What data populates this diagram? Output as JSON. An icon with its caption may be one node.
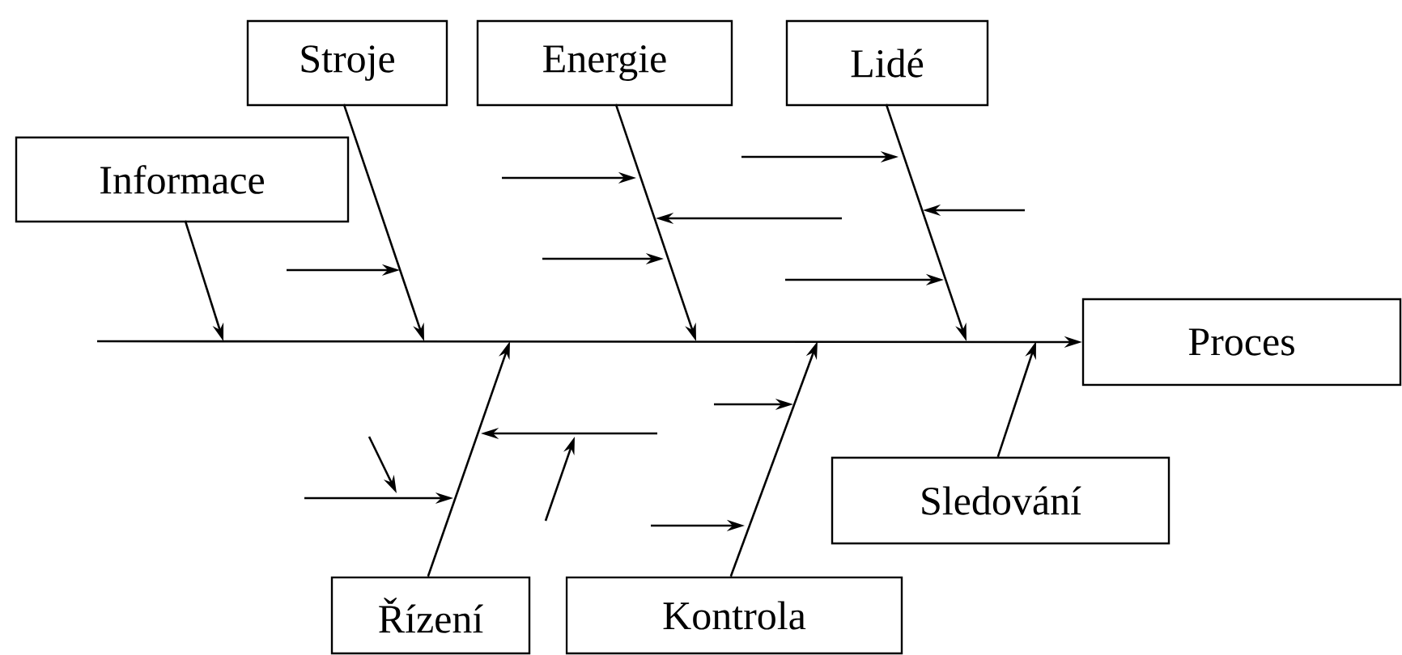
{
  "diagram": {
    "nodes": [
      {
        "text": [
          "Stroje"
        ]
      },
      {
        "text": [
          "Energie"
        ]
      },
      {
        "text": [
          "Lidé"
        ]
      },
      {
        "text": [
          "Informace"
        ]
      },
      {
        "text": [
          "Proces"
        ]
      },
      {
        "text": [
          "Sledování"
        ]
      },
      {
        "text": [
          "Řízení"
        ]
      },
      {
        "text": [
          "Kontrola"
        ]
      }
    ],
    "edges": [
      {
        "from": 3,
        "to": null,
        "arrow": "to"
      },
      {
        "from": 0,
        "to": null,
        "arrow": "to"
      },
      {
        "from": 1,
        "to": null,
        "arrow": "to"
      },
      {
        "from": 2,
        "to": null,
        "arrow": "to"
      },
      {
        "from": 6,
        "to": null,
        "arrow": "to"
      },
      {
        "from": 7,
        "to": null,
        "arrow": "to"
      },
      {
        "from": 5,
        "to": null,
        "arrow": "to"
      },
      {
        "from": null,
        "to": 4,
        "arrow": "to"
      }
    ]
  }
}
